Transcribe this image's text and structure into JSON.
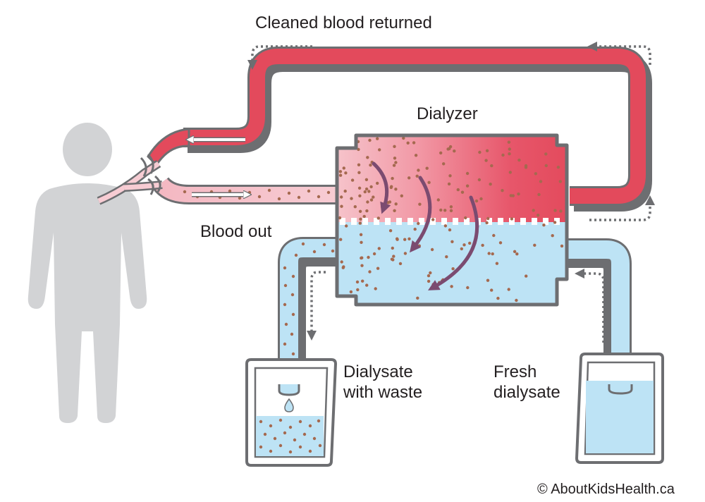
{
  "labels": {
    "cleaned_blood_returned": "Cleaned blood returned",
    "dialyzer": "Dialyzer",
    "blood_out": "Blood out",
    "dialysate_with_waste": "Dialysate\nwith waste",
    "fresh_dialysate": "Fresh\ndialysate",
    "copyright": "© AboutKidsHealth.ca"
  },
  "colors": {
    "clean_blood": "#e34a5c",
    "dirty_blood": "#f4b8c2",
    "dialysate": "#bde3f5",
    "waste_particles": "#a5694f",
    "outline": "#6d6e71",
    "figure": "#d2d3d5",
    "flow_arrow": "#7b4b70"
  },
  "icons": [
    "person-silhouette",
    "flow-direction-arrow",
    "drip-drop"
  ]
}
